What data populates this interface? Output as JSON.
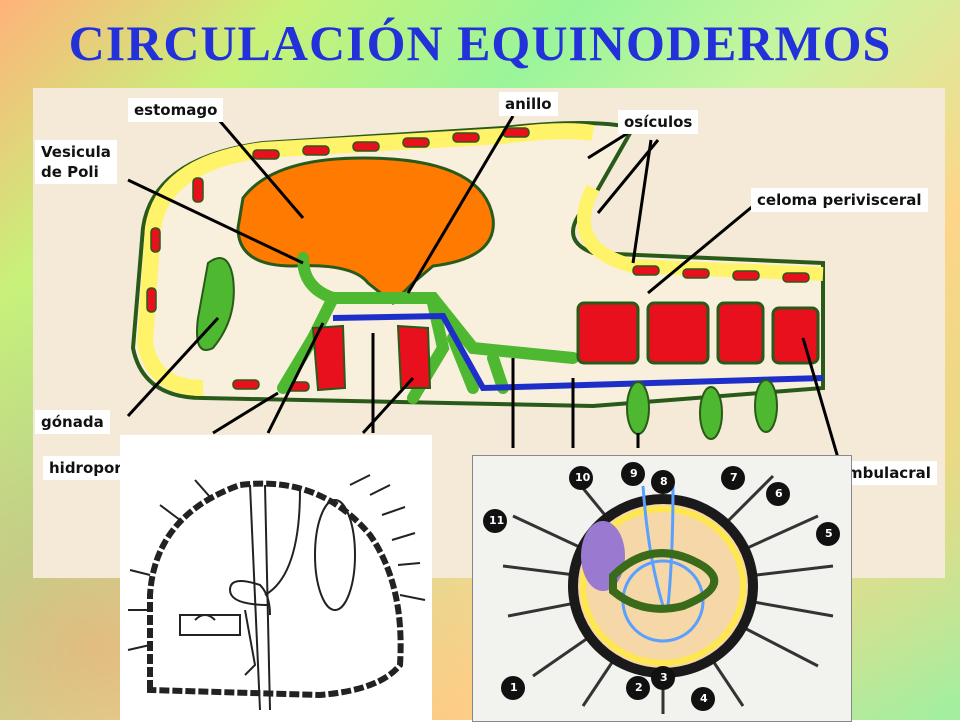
{
  "title": "CIRCULACIÓN EQUINODERMOS",
  "labels": {
    "estomago": "estomago",
    "anillo": "anillo",
    "osiculos": "osículos",
    "vesicula": "Vesicula\nde Poli",
    "celoma": "celoma perivisceral",
    "gonada": "gónada",
    "hidroporo": "hidropor",
    "ambulacral": "mbulacral"
  },
  "numbers": [
    "1",
    "2",
    "3",
    "4",
    "5",
    "6",
    "7",
    "8",
    "9",
    "10",
    "11"
  ],
  "colors": {
    "title": "#2231d9",
    "stomach": "#ff7a00",
    "green": "#4db830",
    "red": "#e8101c",
    "yellow": "#fff36a",
    "blue": "#1e2fc9"
  }
}
